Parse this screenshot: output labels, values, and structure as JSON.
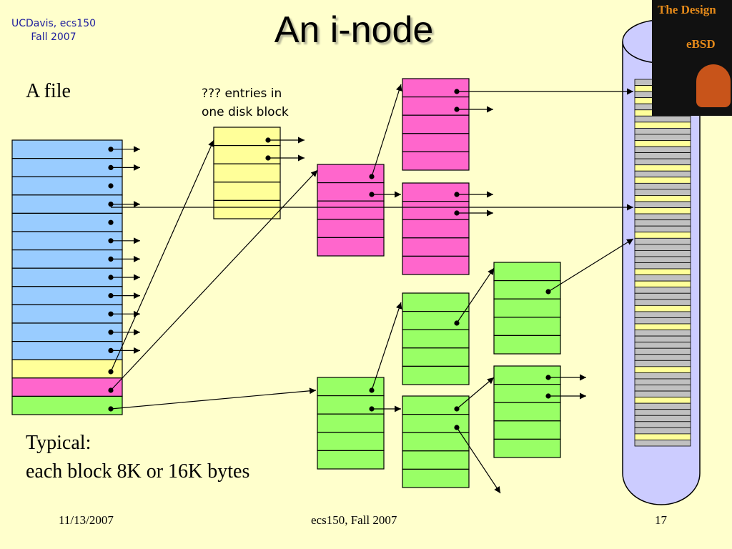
{
  "header": {
    "course_line1": "UCDavis, ecs150",
    "course_line2": "Fall 2007"
  },
  "title": "An i-node",
  "labels": {
    "a_file": "A file",
    "entries_line1": "??? entries in",
    "entries_line2": "one disk block",
    "typical_line1": "Typical:",
    "typical_line2": "each block 8K or 16K bytes"
  },
  "footer": {
    "date": "11/13/2007",
    "course": "ecs150, Fall 2007",
    "page": "17"
  },
  "book_cover": {
    "title_line1": "The Design",
    "title_fragment": "eBSD"
  },
  "colors": {
    "background": "#ffffcc",
    "direct": "#99ccff",
    "single_indirect": "#ffff99",
    "double_indirect": "#ff66cc",
    "triple_indirect": "#99ff66",
    "disk": "#ccccff",
    "disk_block": "#c0c0c0"
  },
  "diagram": {
    "inode_rows": [
      "direct",
      "direct",
      "direct",
      "direct",
      "direct",
      "direct",
      "direct",
      "direct",
      "direct",
      "direct",
      "direct",
      "direct",
      "single_indirect",
      "double_indirect",
      "triple_indirect"
    ],
    "disk_strip_yellow_rows": [
      1,
      3,
      5,
      7,
      10,
      14,
      16,
      19,
      21,
      25,
      31,
      33,
      37,
      40,
      47,
      52,
      58,
      62
    ]
  }
}
